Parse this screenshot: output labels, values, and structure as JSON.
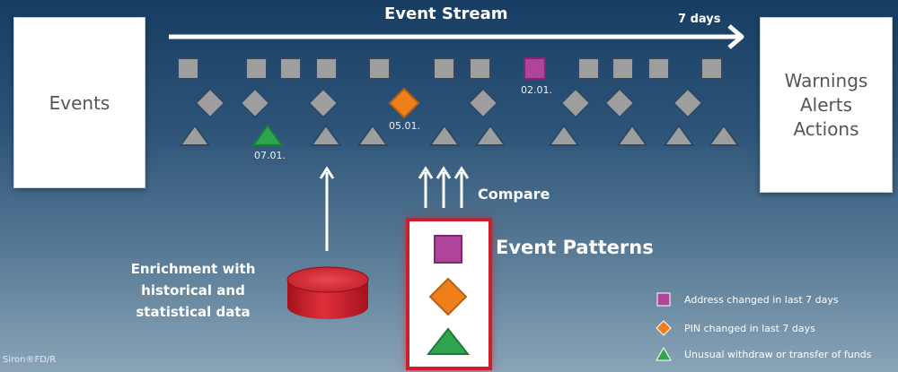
{
  "title": "Event Stream",
  "time_window": "7 days",
  "events_box": "Events",
  "outputs": [
    "Warnings",
    "Alerts",
    "Actions"
  ],
  "compare": "Compare",
  "patterns_title": "Event Patterns",
  "enrichment": "Enrichment with historical and statistical data",
  "brand": "Siron®FD/R",
  "dates": {
    "green_triangle": "07.01.",
    "orange_diamond": "05.01.",
    "purple_square": "02.01."
  },
  "legend": [
    {
      "shape": "square",
      "color": "#b0449a",
      "text": "Address changed in last 7 days"
    },
    {
      "shape": "diamond",
      "color": "#ef7f1a",
      "text": "PIN changed in last 7 days"
    },
    {
      "shape": "triangle",
      "color": "#2ea44f",
      "text": "Unusual withdraw or transfer of funds"
    }
  ],
  "colors": {
    "grey": "#9e9e9e",
    "purple": "#b0449a",
    "orange": "#ef7f1a",
    "green": "#2ea44f",
    "red": "#cc1f2c"
  }
}
